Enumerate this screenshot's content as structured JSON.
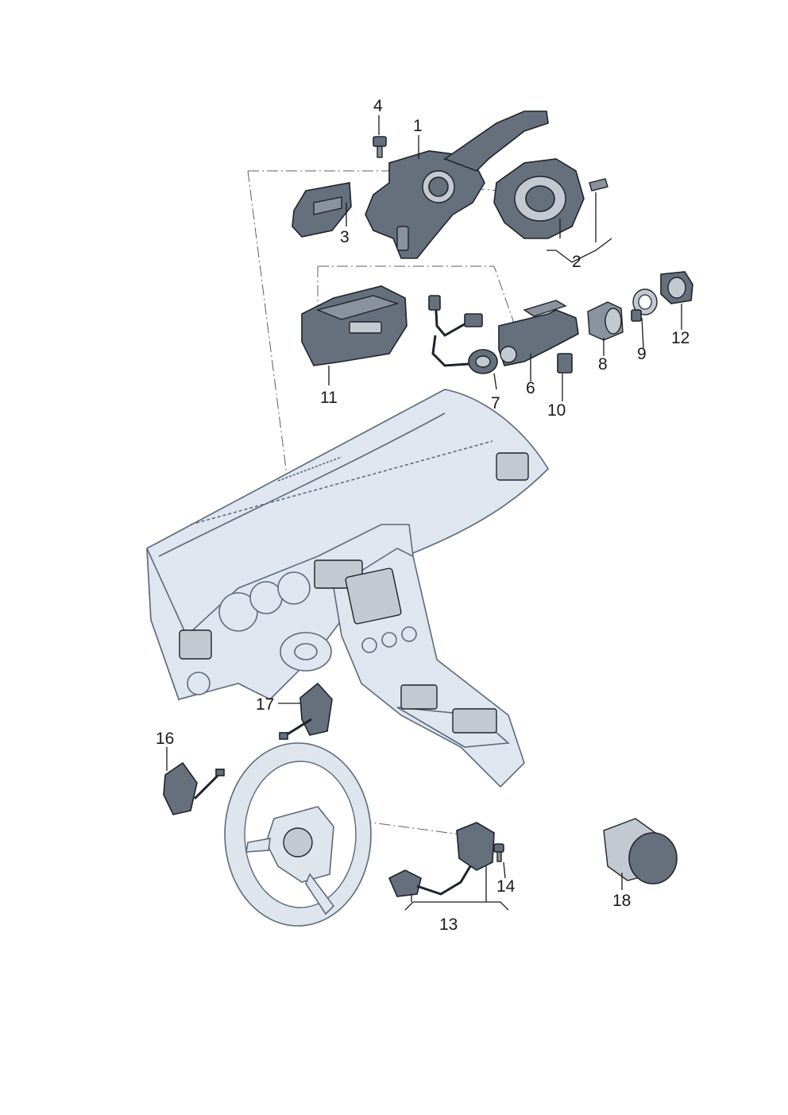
{
  "diagram": {
    "callouts": [
      {
        "id": "1",
        "text": "1"
      },
      {
        "id": "2",
        "text": "2"
      },
      {
        "id": "3",
        "text": "3"
      },
      {
        "id": "4",
        "text": "4"
      },
      {
        "id": "6",
        "text": "6"
      },
      {
        "id": "7",
        "text": "7"
      },
      {
        "id": "8",
        "text": "8"
      },
      {
        "id": "9",
        "text": "9"
      },
      {
        "id": "10",
        "text": "10"
      },
      {
        "id": "11",
        "text": "11"
      },
      {
        "id": "12",
        "text": "12"
      },
      {
        "id": "13",
        "text": "13"
      },
      {
        "id": "14",
        "text": "14"
      },
      {
        "id": "16",
        "text": "16"
      },
      {
        "id": "17",
        "text": "17"
      },
      {
        "id": "18",
        "text": "18"
      }
    ],
    "colors": {
      "part_dark": "#66707c",
      "part_light": "#c3c9d1",
      "dashboard": "#dfe6ef",
      "outline": "#1e232b"
    }
  }
}
